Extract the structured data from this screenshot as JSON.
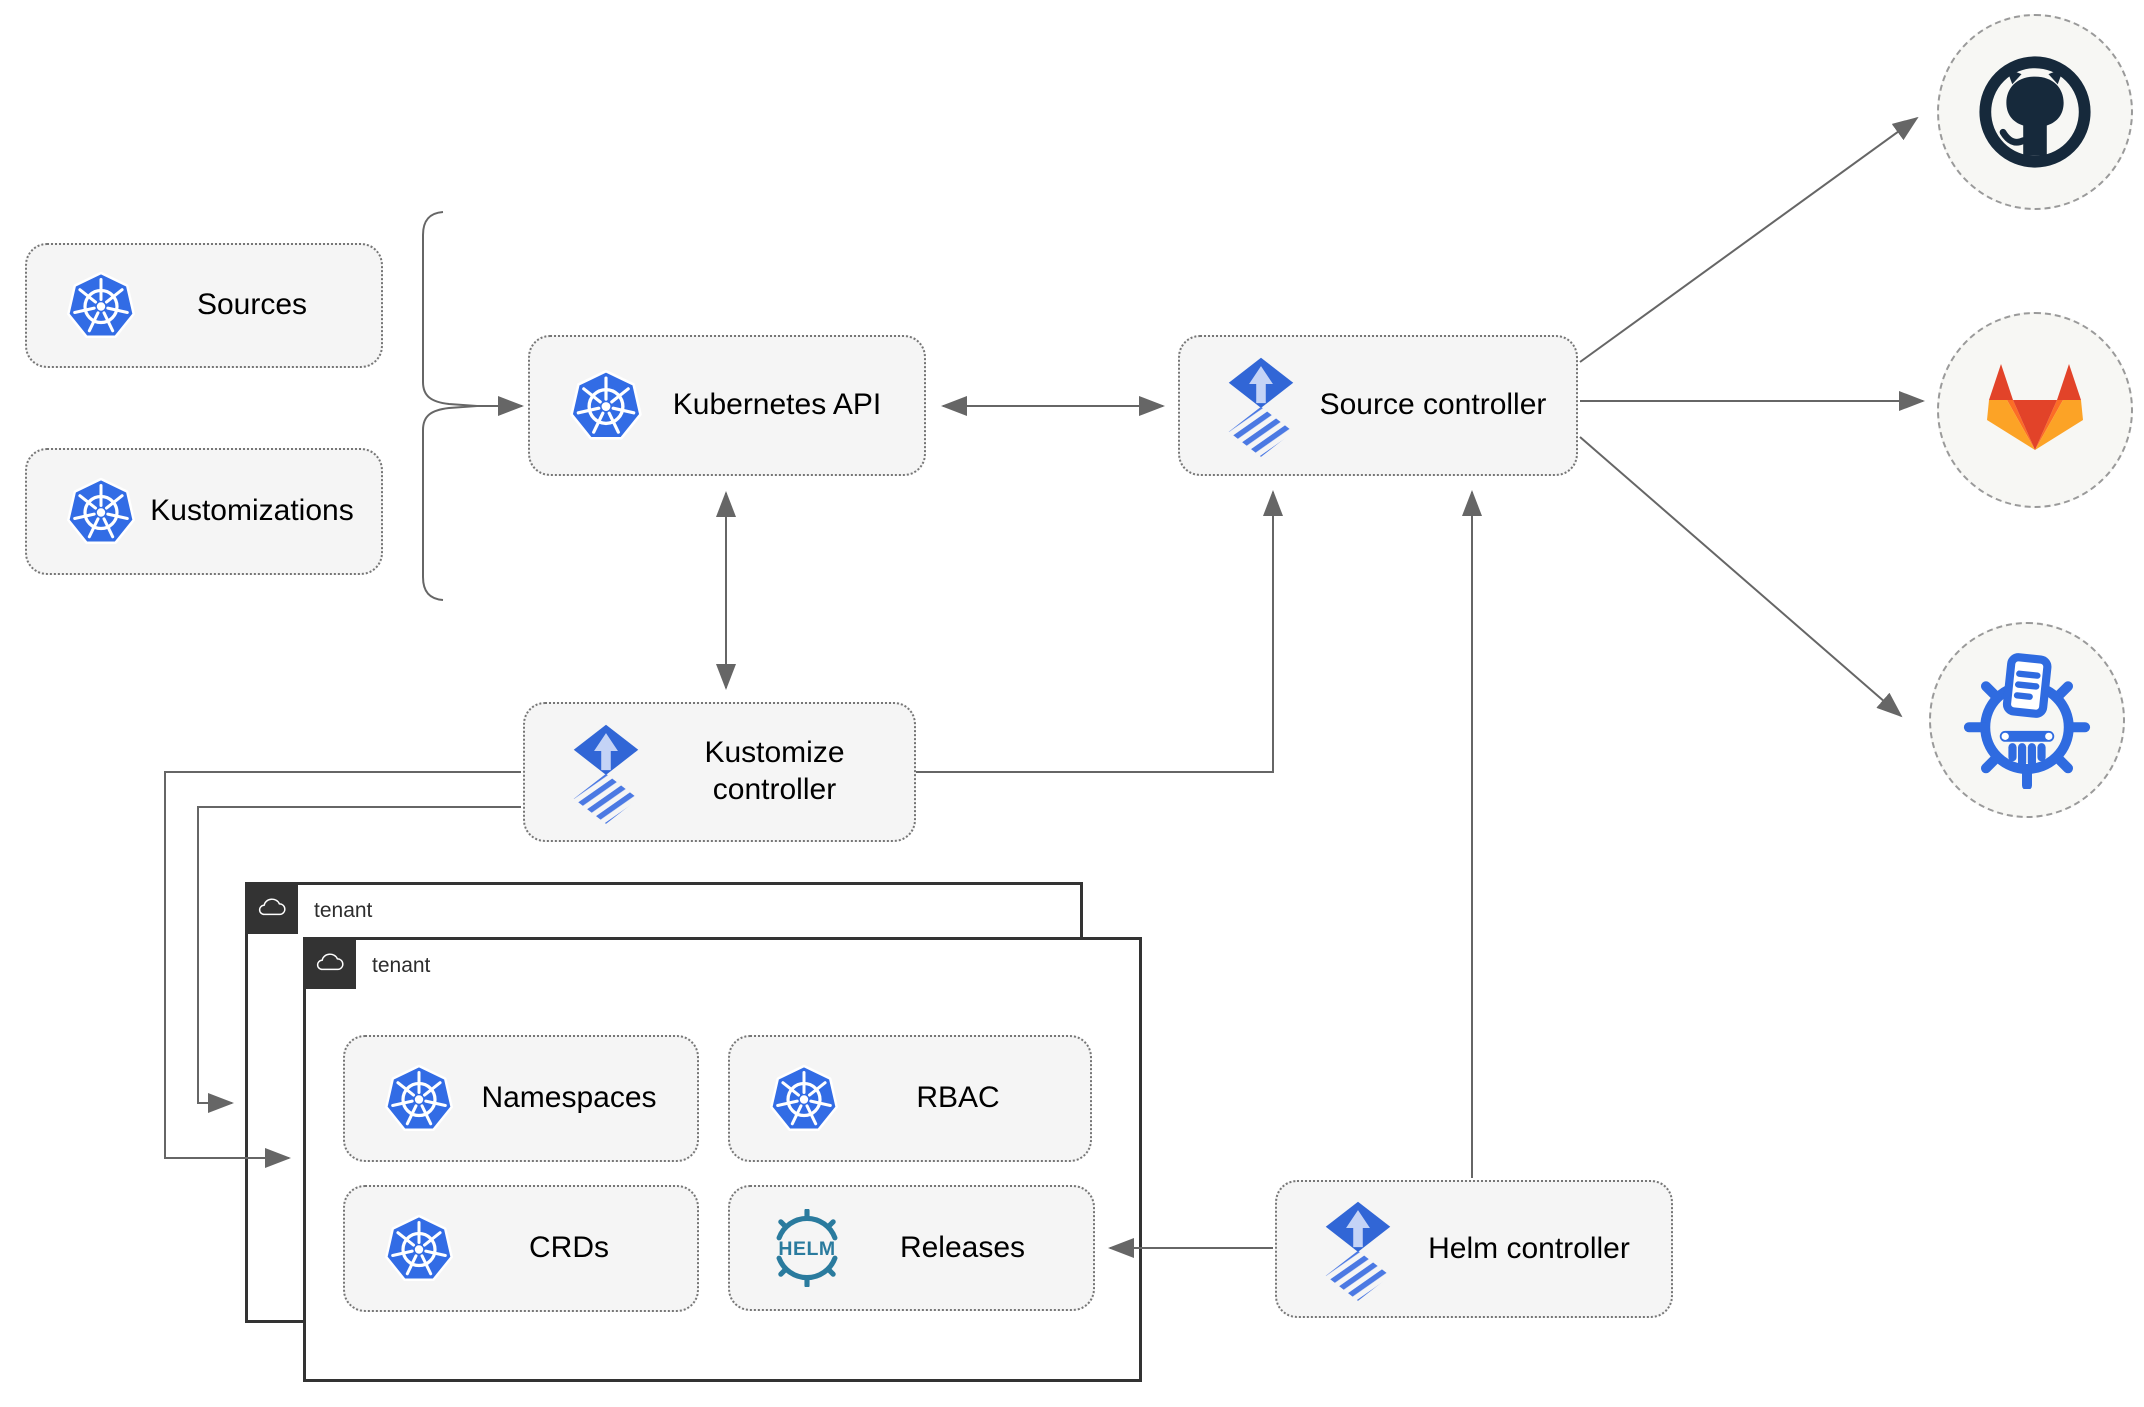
{
  "nodes": {
    "sources": "Sources",
    "kustomizations": "Kustomizations",
    "kubernetes_api": "Kubernetes API",
    "source_controller": "Source controller",
    "kustomize_controller": "Kustomize controller",
    "helm_controller": "Helm controller",
    "namespaces": "Namespaces",
    "rbac": "RBAC",
    "crds": "CRDs",
    "releases": "Releases"
  },
  "tenants": {
    "back": "tenant",
    "front": "tenant"
  },
  "logos": {
    "helm_wordmark": "HELM"
  },
  "colors": {
    "kubernetes_blue": "#326ce5",
    "flux_blue": "#3166d6",
    "flux_arrow_light": "#c4d3f6",
    "helm_teal": "#2a7b9e",
    "github_dark": "#16293b",
    "gitlab_red_orange": "#e24329",
    "gitlab_orange": "#fc6d26",
    "gitlab_light_orange": "#fca326",
    "kustomize_blue": "#2f6be0",
    "line_gray": "#666666",
    "node_fill": "#f5f5f5",
    "tenant_header_dark": "#333333"
  }
}
